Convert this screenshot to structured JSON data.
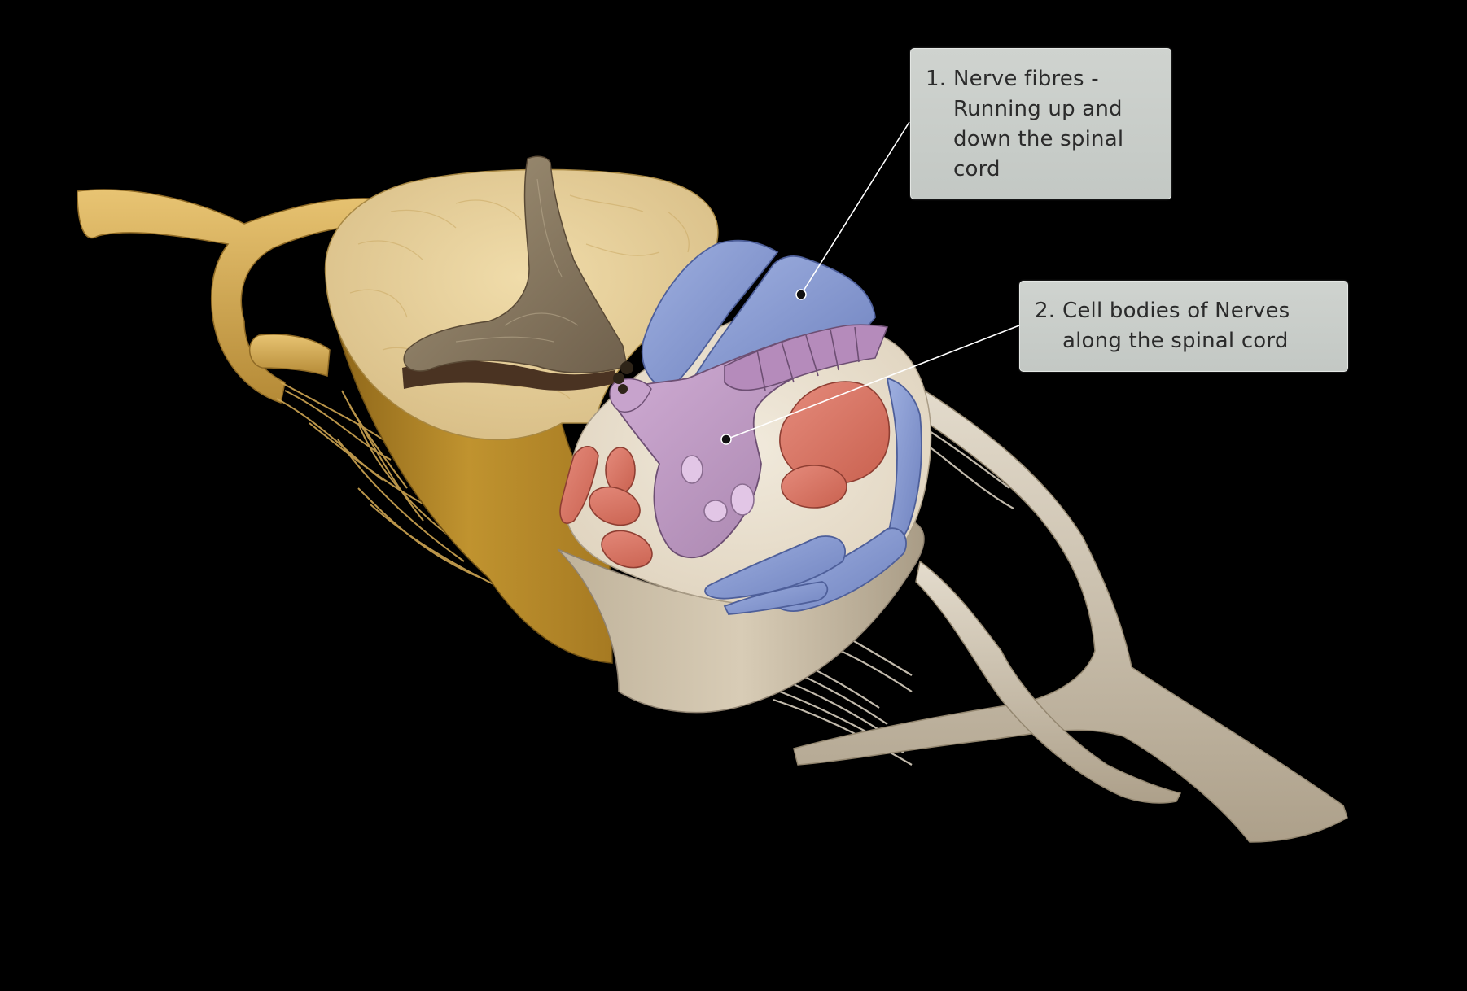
{
  "callouts": [
    {
      "number": "1.",
      "text": "Nerve fibres - Running up and down the spinal cord"
    },
    {
      "number": "2.",
      "text": "Cell bodies of Nerves along the spinal cord"
    }
  ],
  "colors": {
    "background": "#000000",
    "white_matter_left": "#e0c896",
    "white_matter_right": "#e6dccb",
    "cord_side_left": "#b98b30",
    "cord_side_right": "#c8bba5",
    "grey_matter_left": "#8a7a63",
    "grey_matter_right": "#b48fb6",
    "nerve_fibre_tracts": "#8ea0d4",
    "cell_body_regions": "#d9776a",
    "nerves_left": "#d4ac5a",
    "nerves_right": "#cfc6b5",
    "callout_box": "#c8ccc8",
    "leader_line": "#ffffff"
  }
}
